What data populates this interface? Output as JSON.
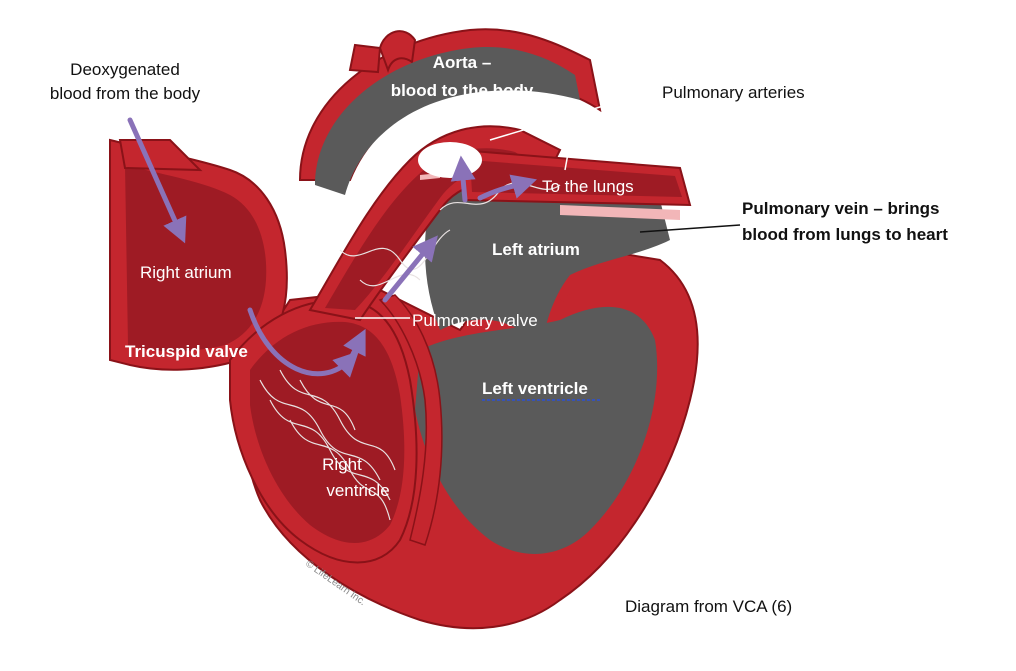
{
  "colors": {
    "muscle": "#c4262e",
    "muscle_dark": "#9e1b24",
    "muscle_outline": "#8a1218",
    "chamber_gray": "#5a5a5a",
    "arrow": "#8a72b8",
    "fiber": "#e8e2e2",
    "lining_pink": "#f2b6b8"
  },
  "labels": {
    "deoxy_line1": "Deoxygenated",
    "deoxy_line2": "blood from the body",
    "aorta_line1": "Aorta –",
    "aorta_line2": "blood to the body",
    "pulmonary_arteries": "Pulmonary arteries",
    "to_the_lungs": "To the lungs",
    "pulmonary_vein_line1": "Pulmonary vein – brings",
    "pulmonary_vein_line2": "blood from lungs to heart",
    "left_atrium": "Left atrium",
    "right_atrium": "Right atrium",
    "pulmonary_valve": "Pulmonary valve",
    "tricuspid_valve": "Tricuspid valve",
    "left_ventricle": "Left  ventricle",
    "right_ventricle_line1": "Right",
    "right_ventricle_line2": "ventricle",
    "copyright": "© LifeLearn Inc.",
    "credit": "Diagram from VCA (6)"
  },
  "icons": [
    "flow-arrow-icon"
  ]
}
